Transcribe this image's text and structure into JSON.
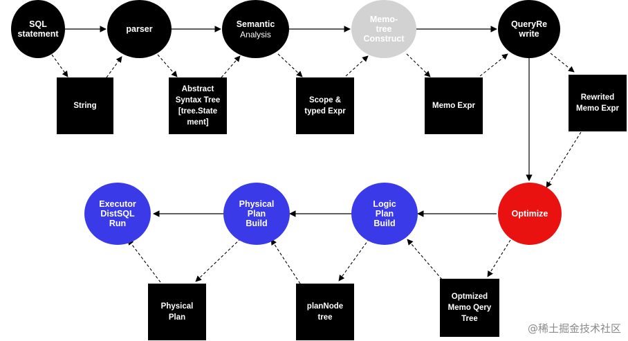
{
  "nodes": {
    "sql_statement": "SQL\nstatement",
    "parser": "parser",
    "semantic_title": "Semantic",
    "semantic_sub": "Analysis",
    "memo_tree": "Memo-\ntree\nConstruct",
    "query_rewrite": "QueryRe\nwrite",
    "string": "String",
    "ast": "Abstract\nSyntax Tree\n[tree.State\nment]",
    "scope": "Scope &\ntyped Expr",
    "memo_expr": "Memo Expr",
    "rewrited": "Rewrited\nMemo Expr",
    "optimize": "Optimize",
    "logic_plan": "Logic\nPlan\nBuild",
    "physical_build": "Physical\nPlan\nBuild",
    "executor": "Executor\nDistSQL\nRun",
    "optmized_memo": "Optmized\nMemo Qery\nTree",
    "plannode": "planNode\ntree",
    "physical_plan": "Physical\nPlan"
  },
  "colors": {
    "black": "#000000",
    "grey": "#d2d2d2",
    "blue": "#3a3ae8",
    "red": "#ea1111"
  },
  "watermark": "@稀土掘金技术社区"
}
